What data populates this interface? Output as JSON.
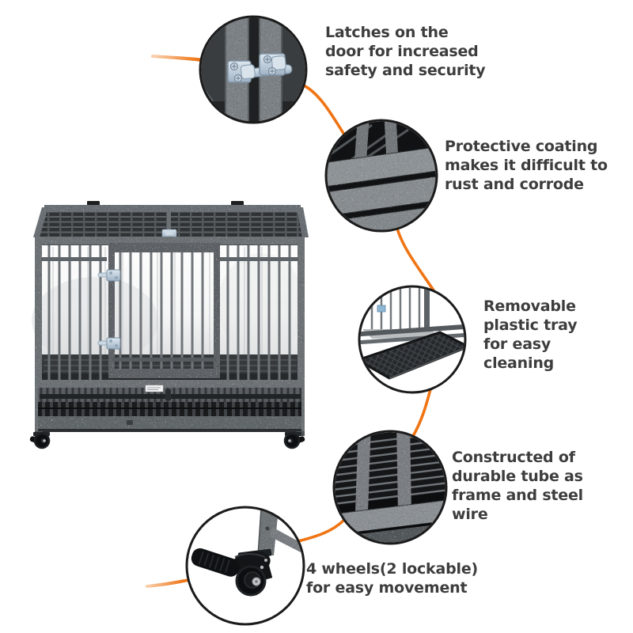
{
  "page": {
    "background": "#ffffff",
    "type": "product feature infographic"
  },
  "product": {
    "name": "heavy duty metal dog crate on caster wheels"
  },
  "callouts": [
    {
      "id": "door-latches",
      "icon": "latch-closeup-icon",
      "text": "Latches on the\ndoor for increased\nsafety and security"
    },
    {
      "id": "protective-coating",
      "icon": "coating-closeup-icon",
      "text": "Protective coating\nmakes it difficult to\nrust and corrode"
    },
    {
      "id": "removable-tray",
      "icon": "tray-closeup-icon",
      "text": "Removable\nplastic tray\nfor easy\ncleaning"
    },
    {
      "id": "frame-construction",
      "icon": "tube-wire-closeup-icon",
      "text": "Constructed of\ndurable tube as\nframe and steel\nwire"
    },
    {
      "id": "wheels",
      "icon": "caster-wheel-closeup-icon",
      "text": "4 wheels(2 lockable)\nfor easy movement"
    }
  ],
  "colors": {
    "arc_accent": "#ef7414",
    "feature_text": "#3d3d3d",
    "circle_border": "#1b1b1b",
    "metal_gray": "#6e7377"
  }
}
